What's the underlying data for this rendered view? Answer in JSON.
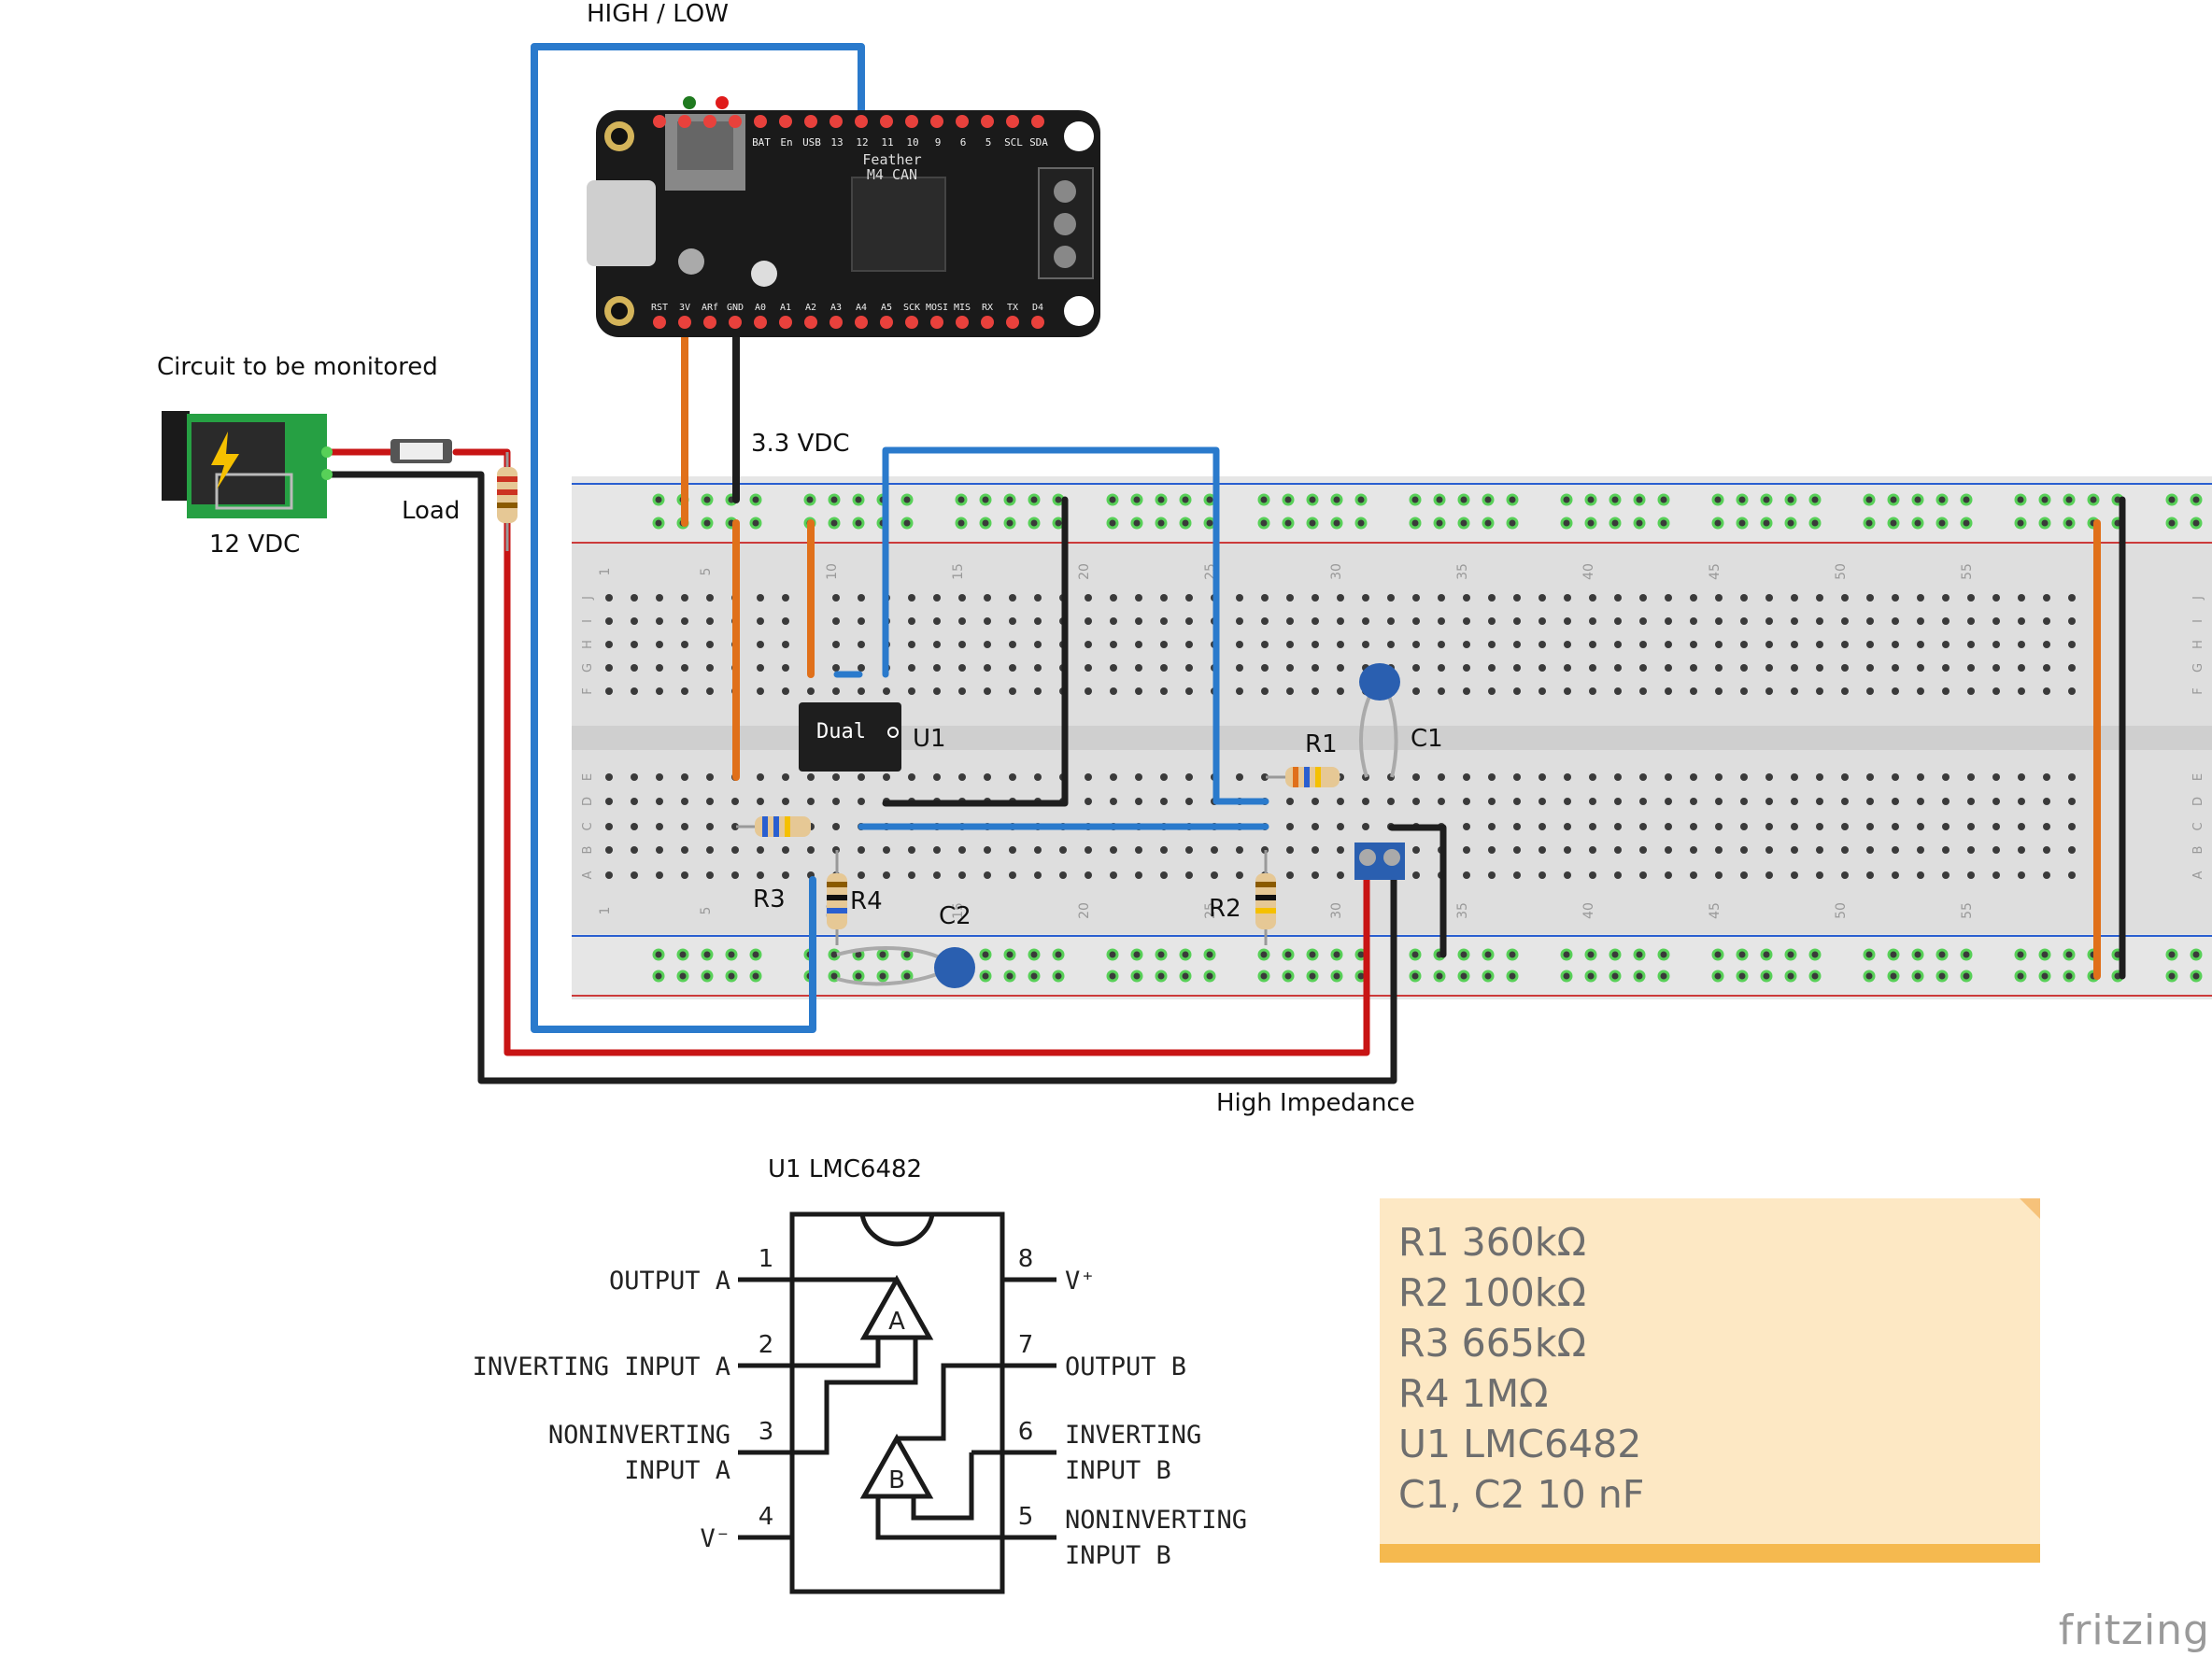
{
  "labels": {
    "high_low": "HIGH / LOW",
    "circuit_title": "Circuit to be monitored",
    "vdc12": "12 VDC",
    "load": "Load",
    "vdc33": "3.3 VDC",
    "high_impedance": "High Impedance",
    "u1": "U1",
    "r1": "R1",
    "r2": "R2",
    "r3": "R3",
    "r4": "R4",
    "c1": "C1",
    "c2": "C2",
    "ic_text": "Dual",
    "pinout_title": "U1  LMC6482"
  },
  "feather": {
    "name1": "Feather",
    "name2": "M4 CAN",
    "top_pins": [
      "BAT",
      "En",
      "USB",
      "13",
      "12",
      "11",
      "10",
      "9",
      "6",
      "5",
      "SCL",
      "SDA"
    ],
    "bottom_pins": [
      "RST",
      "3V",
      "ARf",
      "GND",
      "A0",
      "A1",
      "A2",
      "A3",
      "A4",
      "A5",
      "SCK",
      "MOSI",
      "MIS",
      "RX",
      "TX",
      "D4"
    ]
  },
  "breadboard": {
    "col_numbers": [
      "1",
      "5",
      "10",
      "15",
      "20",
      "25",
      "30",
      "35",
      "40",
      "45",
      "50",
      "55"
    ],
    "rows_top": [
      "J",
      "I",
      "H",
      "G",
      "F"
    ],
    "rows_bottom": [
      "E",
      "D",
      "C",
      "B",
      "A"
    ]
  },
  "pinout": {
    "left_pins": [
      {
        "num": "1",
        "label": "OUTPUT A"
      },
      {
        "num": "2",
        "label": "INVERTING INPUT A"
      },
      {
        "num": "3",
        "label": "NONINVERTING INPUT A"
      },
      {
        "num": "4",
        "label": "V⁻"
      }
    ],
    "right_pins": [
      {
        "num": "8",
        "label": "V⁺"
      },
      {
        "num": "7",
        "label": "OUTPUT B"
      },
      {
        "num": "6",
        "label": "INVERTING INPUT B"
      },
      {
        "num": "5",
        "label": "NONINVERTING INPUT B"
      }
    ],
    "amp_a": "A",
    "amp_b": "B"
  },
  "bom": [
    "R1 360kΩ",
    "R2 100kΩ",
    "R3 665kΩ",
    "R4 1MΩ",
    "U1 LMC6482",
    "C1, C2 10 nF"
  ],
  "watermark": "fritzing",
  "colors": {
    "wire_blue": "#2a7acc",
    "wire_orange": "#e0701a",
    "wire_red": "#c81414",
    "wire_black": "#1e1e1e",
    "breadboard": "#dcdcdc",
    "feather_pcb": "#1a1a1a",
    "note_bg": "#fde8c4",
    "note_bar": "#f5b94f"
  }
}
